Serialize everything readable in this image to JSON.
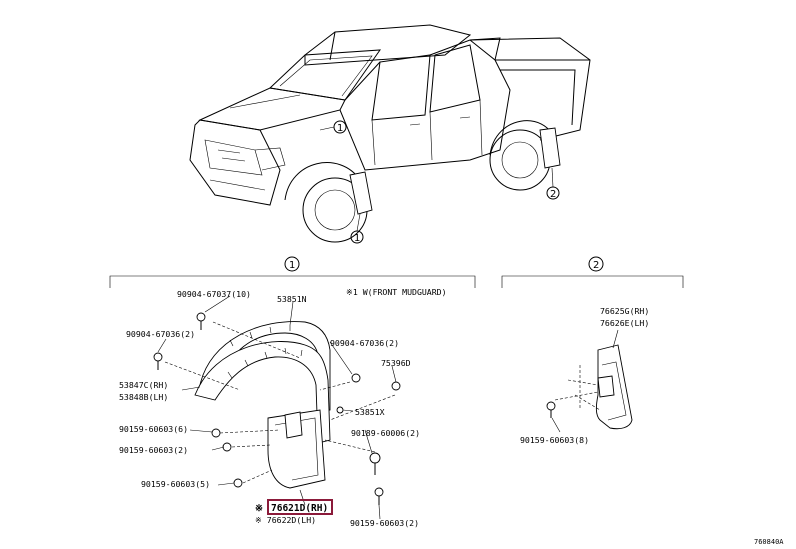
{
  "callouts": {
    "c1": "1",
    "c2": "2"
  },
  "notes": {
    "front_mudguard": "※1 W(FRONT MUDGUARD)"
  },
  "parts_group1": {
    "p90904_67037": "90904-67037(10)",
    "p53851n": "53851N",
    "p90904_67036_a": "90904-67036(2)",
    "p90904_67036_b": "90904-67036(2)",
    "p75396d": "75396D",
    "p53847c": "53847C(RH)",
    "p53848b": "53848B(LH)",
    "p53851x": "53851X",
    "p90159_60603_6": "90159-60603(6)",
    "p90189_60006": "90189-60006(2)",
    "p90159_60603_2a": "90159-60603(2)",
    "p90159_60603_5": "90159-60603(5)",
    "p76621d_mark": "※",
    "p76621d": "76621D(RH)",
    "p76622d": "※ 76622D(LH)",
    "p90159_60603_2b": "90159-60603(2)"
  },
  "parts_group2": {
    "p76625g": "76625G(RH)",
    "p76626e": "76626E(LH)",
    "p90159_60603_8": "90159-60603(8)"
  },
  "footer": {
    "code": "760840A"
  },
  "colors": {
    "highlight": "#8b1a3a",
    "line": "#000000"
  }
}
